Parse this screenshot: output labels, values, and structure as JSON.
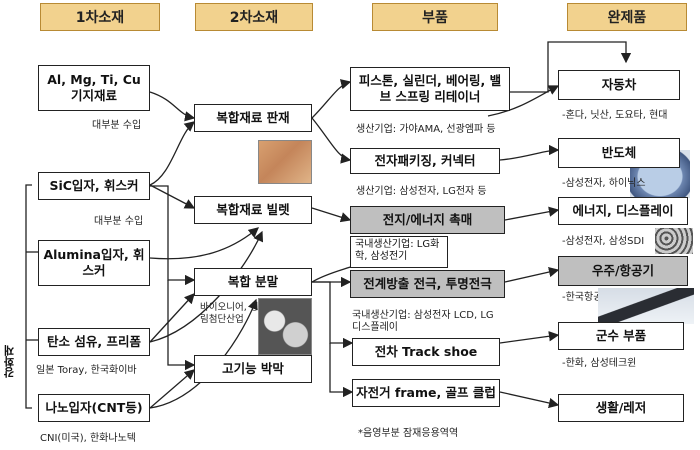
{
  "headers": {
    "primary": "1차소재",
    "secondary": "2차소재",
    "parts": "부품",
    "final": "완제품"
  },
  "side_label": "강화재",
  "primary_materials": {
    "metals": "Al, Mg, Ti, Cu 기지재료",
    "metals_note": "대부분 수입",
    "sic": "SiC입자, 휘스커",
    "sic_note": "대부분 수입",
    "alumina": "Alumina입자, 휘스커",
    "carbon": "탄소 섬유, 프리폼",
    "carbon_note": "일본 Toray, 한국화이바",
    "nano": "나노입자(CNT등)",
    "nano_note": "CNI(미국), 한화나노텍"
  },
  "secondary_materials": {
    "plate": "복합재료 판재",
    "billet": "복합재료 빌렛",
    "powder": "복합 분말",
    "powder_note": "바이오니어, 성림첨단산업",
    "thinfilm": "고기능 박막"
  },
  "parts": {
    "piston": "피스톤, 실린더, 베어링, 밸브 스프링 리테이너",
    "piston_note": "생산기업: 가야AMA, 선광엠파 등",
    "packaging": "전자패키징, 커넥터",
    "packaging_note": "생산기업: 삼성전자, LG전자 등",
    "battery": "전지/에너지 촉매",
    "battery_note": "국내생산기업: LG화학, 삼성전기",
    "electrode": "전계방출 전극, 투명전극",
    "electrode_note": "국내생산기업: 삼성전자 LCD, LG 디스플레이",
    "trackshoe": "전차 Track shoe",
    "bike": "자전거 frame, 골프 클럽",
    "footnote": "*음영부분 잠재응용역역"
  },
  "final_products": {
    "car": "자동차",
    "car_note": "-혼다, 닛산, 도요타, 현대",
    "semi": "반도체",
    "semi_note": "-삼성전자, 하이닉스",
    "energy": "에너지, 디스플레이",
    "energy_note": "-삼성전자, 삼성SDI",
    "aero": "우주/항공기",
    "aero_note": "-한국항공, NASA",
    "military": "군수 부품",
    "military_note": "-한화, 삼성테크윈",
    "leisure": "생활/레저"
  }
}
